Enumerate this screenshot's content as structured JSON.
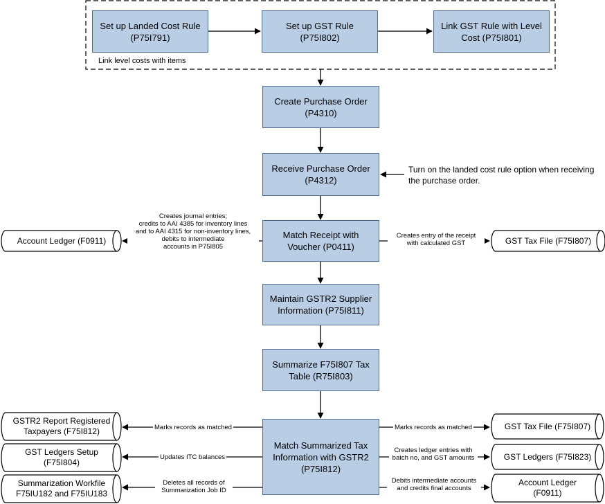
{
  "group": {
    "caption": "Link level costs with items"
  },
  "steps": {
    "landed_cost_rule": "Set up Landed Cost Rule\n(P75I791)",
    "gst_rule": "Set up GST Rule (P75I802)",
    "link_gst_rule": "Link GST Rule with Level\nCost (P75I801)",
    "create_po": "Create Purchase Order\n(P4310)",
    "receive_po": "Receive Purchase Order\n(P4312)",
    "match_receipt": "Match Receipt with\nVoucher (P0411)",
    "maintain_gstr2": "Maintain GSTR2 Supplier\nInformation (P75I811)",
    "summarize": "Summarize F75I807 Tax\nTable (R75I803)",
    "match_summarized": "Match Summarized Tax\nInformation with GSTR2\n(P75I812)"
  },
  "notes": {
    "receive_note": "Turn on the landed cost rule option when receiving\nthe purchase order."
  },
  "edge_labels": {
    "journal_entries": "Creates journal entries;\ncredits to AAI 4385 for inventory lines\nand to AAI 4315 for non-inventory lines,\ndebits to intermediate\naccounts in P75I805",
    "receipt_entry": "Creates entry of the receipt\nwith calculated GST",
    "marks_left": "Marks records as matched",
    "updates_itc": "Updates ITC balances",
    "deletes_records": "Deletes all records of\nSummarization Job ID",
    "marks_right": "Marks records as matched",
    "ledger_entries": "Creates ledger entries with\nbatch no, and GST amounts",
    "debits_credits": "Debits intermediate accounts\nand credits final accounts"
  },
  "stores": {
    "account_ledger_top": "Account Ledger (F0911)",
    "gst_tax_file_top": "GST Tax File (F75I807)",
    "gstr2_report": "GSTR2 Report Registered\nTaxpayers (F75I812)",
    "gst_ledgers_setup": "GST Ledgers Setup\n(F75I804)",
    "summarization_workfile": "Summarization Workfile\nF75IU182 and F75IU183",
    "gst_tax_file_bottom": "GST Tax File (F75I807)",
    "gst_ledgers": "GST Ledgers (F75I823)",
    "account_ledger_bottom": "Account Ledger\n(F0911)"
  },
  "colors": {
    "box_fill": "#b9cde5",
    "box_border": "#4f6d8f",
    "line": "#000000"
  }
}
